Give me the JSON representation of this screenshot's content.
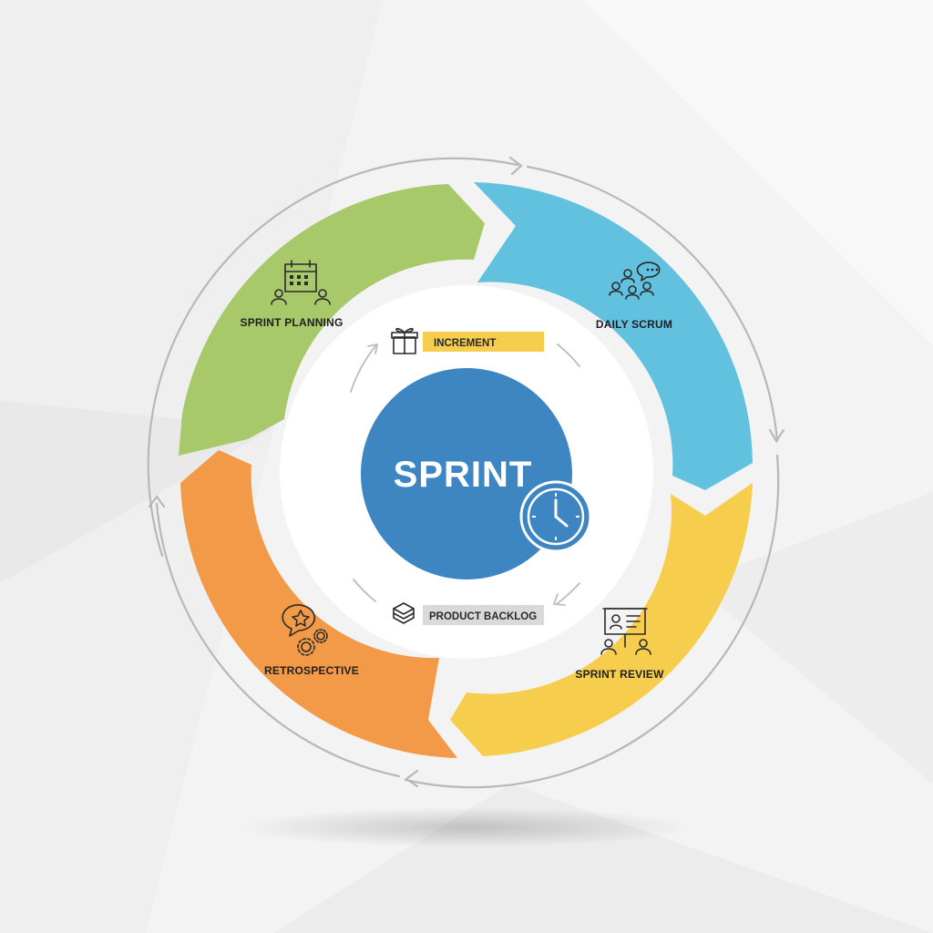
{
  "diagram": {
    "center": {
      "label": "SPRINT",
      "icon": "clock-icon"
    },
    "phases": [
      {
        "label": "SPRINT PLANNING",
        "color": "#a8c96a",
        "icon": "calendar-team-icon"
      },
      {
        "label": "DAILY SCRUM",
        "color": "#62c1de",
        "icon": "team-chat-icon"
      },
      {
        "label": "SPRINT REVIEW",
        "color": "#f6cd4c",
        "icon": "presentation-icon"
      },
      {
        "label": "RETROSPECTIVE",
        "color": "#f29a48",
        "icon": "chat-gears-icon"
      }
    ],
    "inner_tags": [
      {
        "label": "INCREMENT",
        "color": "#f6cd4c",
        "icon": "gift-icon"
      },
      {
        "label": "PRODUCT BACKLOG",
        "color": "#d9d9d9",
        "icon": "stack-icon"
      }
    ],
    "colors": {
      "center": "#3d86c2",
      "outer_arrows": "#b8b8b8",
      "background": "#f3f3f3"
    }
  }
}
